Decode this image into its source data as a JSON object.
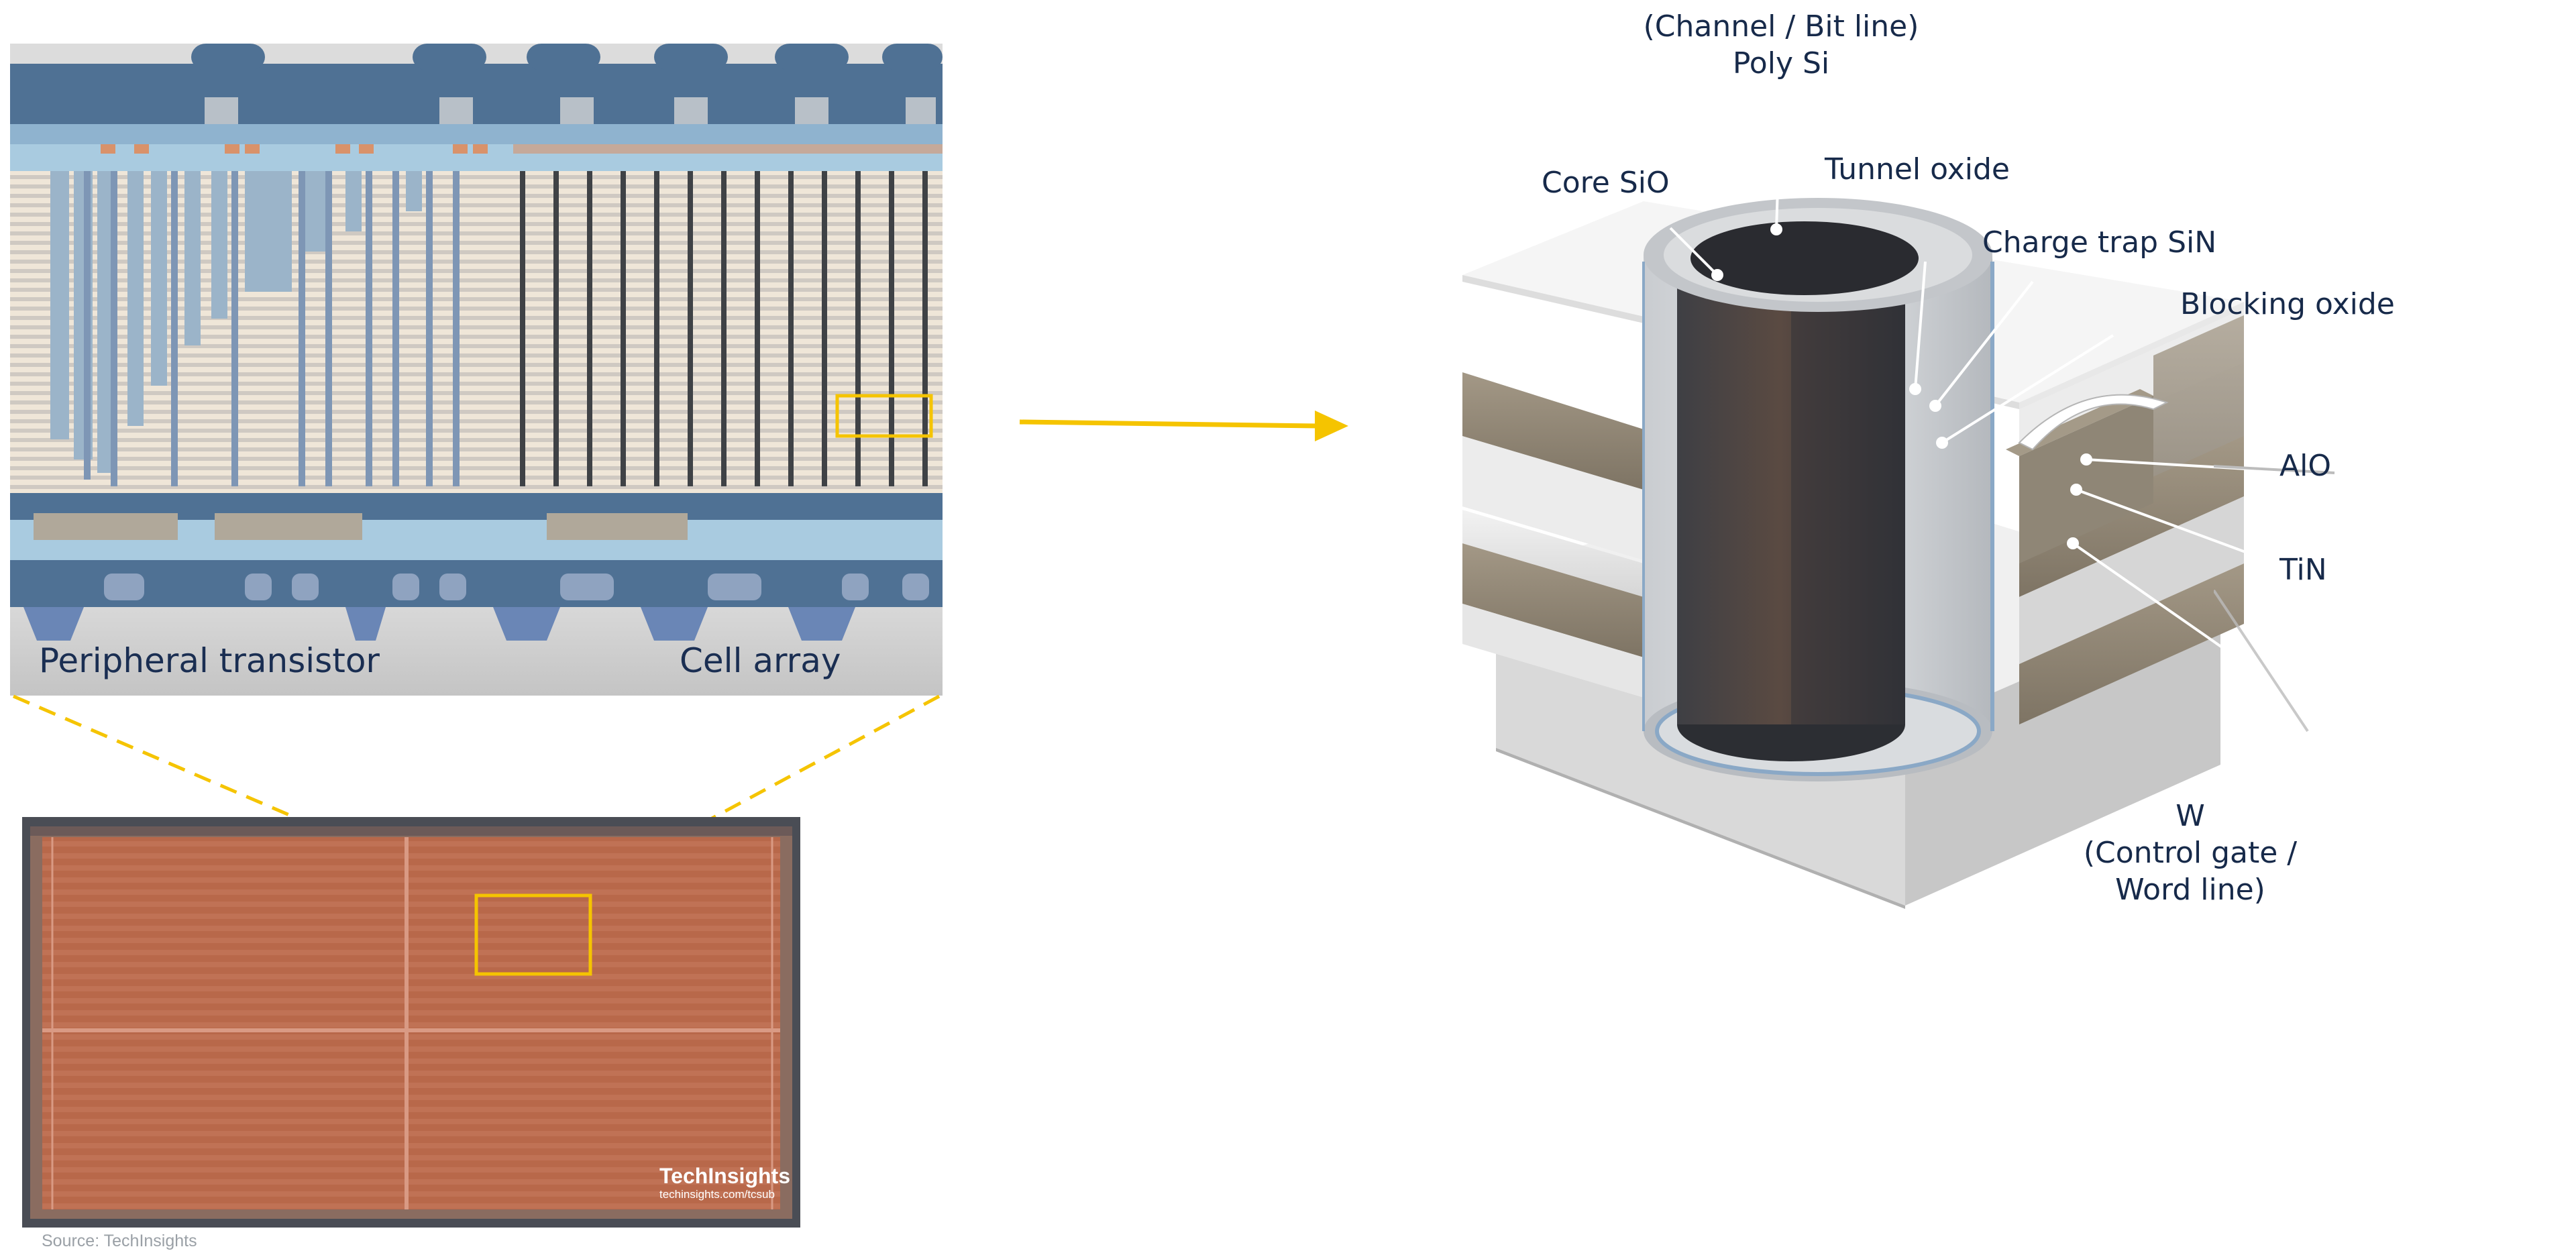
{
  "cross_section": {
    "label_left": "Peripheral transistor",
    "label_right": "Cell array"
  },
  "die": {
    "brand": "TechInsights",
    "brand_url": "techinsights.com/tcsub"
  },
  "source": "Source: TechInsights",
  "cell_labels": {
    "channel": [
      "(Channel / Bit line)",
      "Poly Si"
    ],
    "core": "Core SiO",
    "tunnel": "Tunnel oxide",
    "charge_trap": "Charge trap SiN",
    "blocking": "Blocking oxide",
    "alo": "AlO",
    "tin": "TiN",
    "w": [
      "W",
      "(Control gate /",
      "Word line)"
    ]
  },
  "colors": {
    "accent_yellow": "#f5c400",
    "label_text": "#172a4a",
    "die_copper": "#b8684a",
    "metal_blue": "#4a6f93",
    "oxide_lightblue": "#a9cbe0"
  }
}
